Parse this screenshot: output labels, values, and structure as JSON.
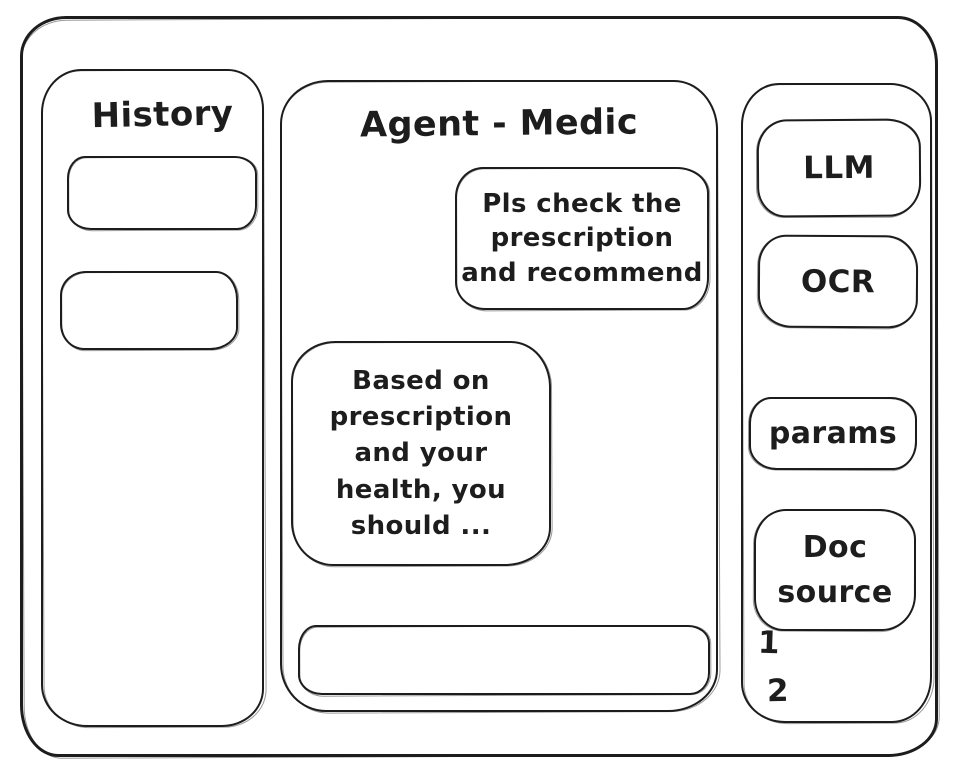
{
  "colors": {
    "ink": "#1d1d1d",
    "background": "#ffffff"
  },
  "history": {
    "title": "History",
    "items": [
      {
        "label": ""
      },
      {
        "label": ""
      }
    ]
  },
  "chat": {
    "title": "Agent - Medic",
    "messages": [
      {
        "role": "user",
        "text": "Pls check the\nprescription\nand recommend"
      },
      {
        "role": "assistant",
        "text": "Based on\nprescription\nand your\nhealth, you\nshould ..."
      }
    ],
    "input": {
      "value": "",
      "placeholder": ""
    }
  },
  "tools": {
    "buttons": [
      {
        "label": "LLM"
      },
      {
        "label": "OCR"
      },
      {
        "label": "params"
      },
      {
        "label": "Doc\nsource"
      }
    ],
    "doc_list": [
      "1",
      "2"
    ]
  }
}
